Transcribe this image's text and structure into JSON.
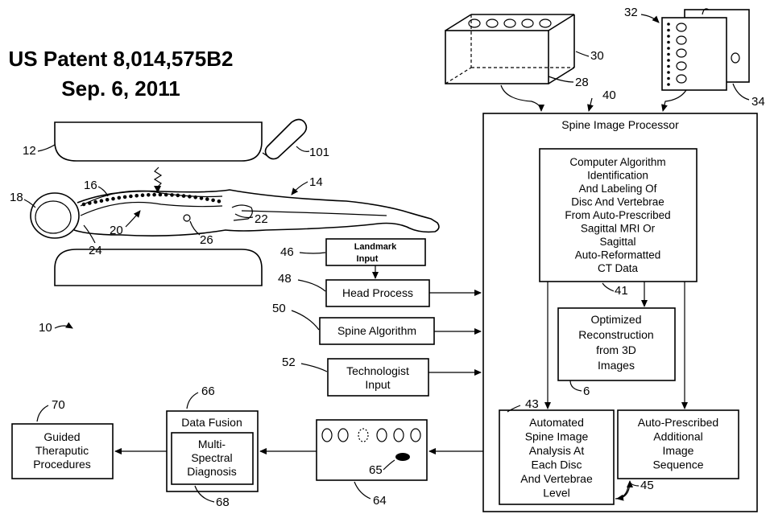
{
  "title": {
    "line1": "US Patent 8,014,575B2",
    "line2": "Sep. 6, 2011"
  },
  "refs": {
    "r10": "10",
    "r12": "12",
    "r14": "14",
    "r16": "16",
    "r18": "18",
    "r20": "20",
    "r22": "22",
    "r24": "24",
    "r26": "26",
    "r28": "28",
    "r30": "30",
    "r32": "32",
    "r34": "34",
    "r40": "40",
    "r41": "41",
    "r43": "43",
    "r45": "45",
    "r46": "46",
    "r48": "48",
    "r50": "50",
    "r52": "52",
    "r6": "6",
    "r64": "64",
    "r65": "65",
    "r66": "66",
    "r68": "68",
    "r70": "70",
    "r101": "101"
  },
  "boxes": {
    "landmark": [
      "Landmark",
      "Input"
    ],
    "head_process": "Head Process",
    "spine_algorithm": "Spine Algorithm",
    "technologist": [
      "Technologist",
      "Input"
    ],
    "spine_image_processor": "Spine Image Processor",
    "computer_algorithm": [
      "Computer Algorithm",
      "Identification",
      "And Labeling Of",
      "Disc And Vertebrae",
      "From Auto-Prescribed",
      "Sagittal MRI Or",
      "Sagittal",
      "Auto-Reformatted",
      "CT Data"
    ],
    "optimized": [
      "Optimized",
      "Reconstruction",
      "from 3D",
      "Images"
    ],
    "automated": [
      "Automated",
      "Spine Image",
      "Analysis At",
      "Each Disc",
      "And Vertebrae",
      "Level"
    ],
    "auto_prescribed": [
      "Auto-Prescribed",
      "Additional",
      "Image",
      "Sequence"
    ],
    "data_fusion": "Data Fusion",
    "multi_spectral": [
      "Multi-",
      "Spectral",
      "Diagnosis"
    ],
    "guided": [
      "Guided",
      "Theraputic",
      "Procedures"
    ]
  }
}
